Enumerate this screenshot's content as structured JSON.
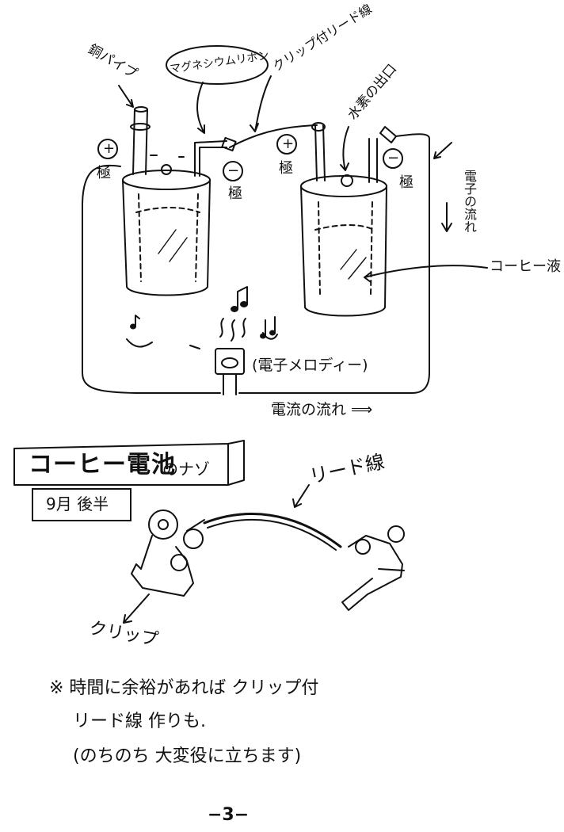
{
  "labels": {
    "copper_pipe": "銅パイプ",
    "magnesium_ribbon": "マグネシウムリボン",
    "clip_lead": "クリップ付リード線",
    "hydrogen_outlet": "水素の出口",
    "plus_sign": "+",
    "minus_sign": "−",
    "pole": "極",
    "electron_flow": "電子の流れ",
    "coffee_liquid": "コーヒー液",
    "melody": "(電子メロディー)",
    "current_flow": "電流の流れ ⟹",
    "lead_wire": "リード線",
    "clip": "クリップ"
  },
  "title": {
    "main": "コーヒー電池",
    "sub": "のナゾ",
    "date": "9月 後半"
  },
  "notes": {
    "line1": "※ 時間に余裕があれば クリップ付",
    "line2": "リード線 作りも.",
    "line3": "(のちのち 大変役に立ちます)"
  },
  "page_number": "−3−"
}
